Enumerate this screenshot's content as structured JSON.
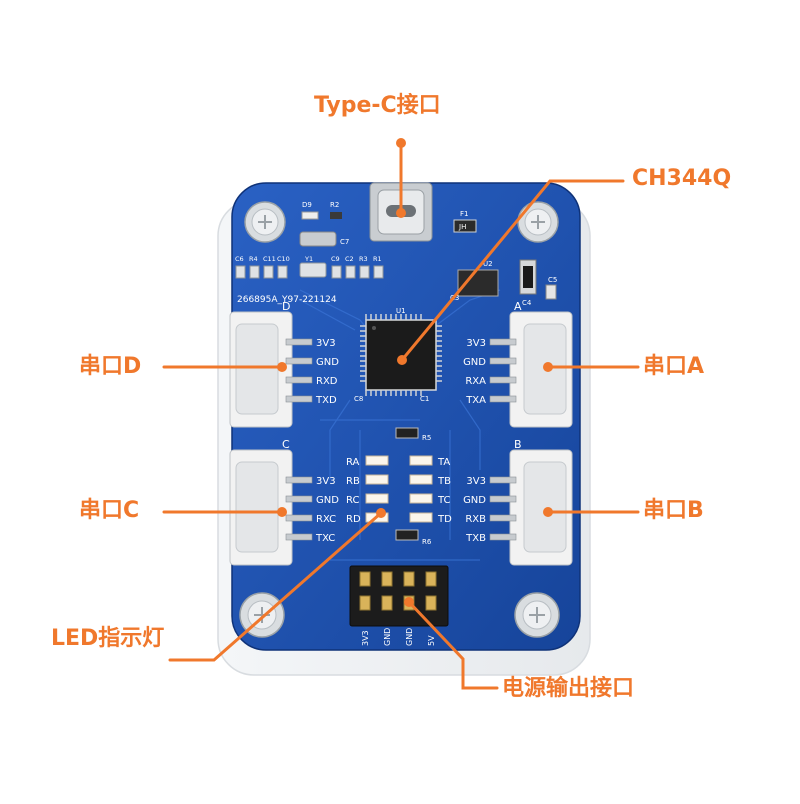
{
  "callouts": {
    "typec": "Type-C接口",
    "ch344q": "CH344Q",
    "port_d": "串口D",
    "port_a": "串口A",
    "port_c": "串口C",
    "port_b": "串口B",
    "led": "LED指示灯",
    "power": "电源输出接口"
  },
  "board": {
    "serial_no": "266895A_Y97-221124",
    "ic_label": "U1",
    "top_components": [
      "D9",
      "R2",
      "C7",
      "F1",
      "JH"
    ],
    "passives_row": [
      "C6",
      "R4",
      "C11",
      "C10",
      "Y1",
      "C9",
      "C2",
      "R3",
      "R1"
    ],
    "reg_labels": [
      "U2",
      "C3",
      "C4",
      "C5"
    ],
    "misc_labels": [
      "C8",
      "C1",
      "R5",
      "R6"
    ],
    "port_d": {
      "letter": "D",
      "pins": [
        "3V3",
        "GND",
        "RXD",
        "TXD"
      ]
    },
    "port_a": {
      "letter": "A",
      "pins": [
        "3V3",
        "GND",
        "RXA",
        "TXA"
      ]
    },
    "port_c": {
      "letter": "C",
      "pins": [
        "3V3",
        "GND",
        "RXC",
        "TXC"
      ]
    },
    "port_b": {
      "letter": "B",
      "pins": [
        "3V3",
        "GND",
        "RXB",
        "TXB"
      ]
    },
    "leds_left": [
      "RA",
      "RB",
      "RC",
      "RD"
    ],
    "leds_right": [
      "TA",
      "TB",
      "TC",
      "TD"
    ],
    "power_pins": [
      "3V3",
      "GND",
      "GND",
      "5V"
    ]
  },
  "colors": {
    "accent": "#f0782c",
    "pcb": "#1c4fb0",
    "silkscreen": "#ffffff",
    "connector": "#f2f2f2"
  }
}
